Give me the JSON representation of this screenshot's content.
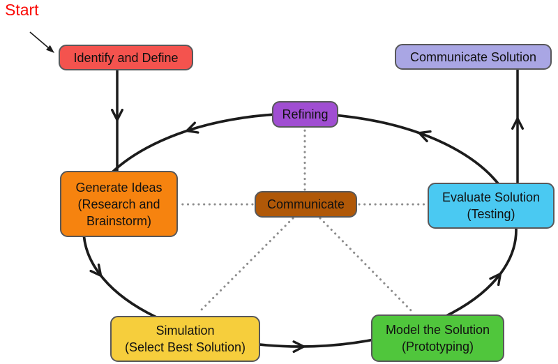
{
  "start": {
    "label": "Start"
  },
  "colors": {
    "background": "#FFFFFF",
    "line": "#1C1C1C",
    "dots": "#8C8C8C",
    "node_border": "#58585A",
    "start_text": "#FA0A06",
    "text": "#111111"
  },
  "nodes": {
    "identify": {
      "lines": [
        "Identify and Define"
      ],
      "color": "#F4534E"
    },
    "communicate_solution": {
      "lines": [
        "Communicate Solution"
      ],
      "color": "#A9A6E4"
    },
    "refining": {
      "lines": [
        "Refining"
      ],
      "color": "#A04ED2"
    },
    "communicate": {
      "lines": [
        "Communicate"
      ],
      "color": "#B05808"
    },
    "generate_ideas": {
      "lines": [
        "Generate Ideas",
        "(Research and",
        "Brainstorm)"
      ],
      "color": "#F6830F"
    },
    "evaluate_solution": {
      "lines": [
        "Evaluate Solution",
        "(Testing)"
      ],
      "color": "#4AC9F2"
    },
    "simulation": {
      "lines": [
        "Simulation",
        "(Select Best Solution)"
      ],
      "color": "#F6CE3C"
    },
    "model_solution": {
      "lines": [
        "Model the Solution",
        "(Prototyping)"
      ],
      "color": "#50C63C"
    }
  },
  "edges": [
    {
      "from": "start",
      "to": "identify",
      "type": "thin-arrow"
    },
    {
      "from": "identify",
      "to": "generate_ideas",
      "type": "arrow"
    },
    {
      "from": "evaluate_solution",
      "to": "communicate_solution",
      "type": "arrow"
    },
    {
      "from": "refining",
      "to": "generate_ideas",
      "type": "cycle-arc"
    },
    {
      "from": "generate_ideas",
      "to": "simulation",
      "type": "cycle-arc"
    },
    {
      "from": "simulation",
      "to": "model_solution",
      "type": "cycle-arc"
    },
    {
      "from": "model_solution",
      "to": "evaluate_solution",
      "type": "cycle-arc"
    },
    {
      "from": "evaluate_solution",
      "to": "refining",
      "type": "cycle-arc"
    },
    {
      "from": "communicate",
      "to": "refining",
      "type": "dotted"
    },
    {
      "from": "communicate",
      "to": "generate_ideas",
      "type": "dotted"
    },
    {
      "from": "communicate",
      "to": "evaluate_solution",
      "type": "dotted"
    },
    {
      "from": "communicate",
      "to": "simulation",
      "type": "dotted"
    },
    {
      "from": "communicate",
      "to": "model_solution",
      "type": "dotted"
    }
  ]
}
